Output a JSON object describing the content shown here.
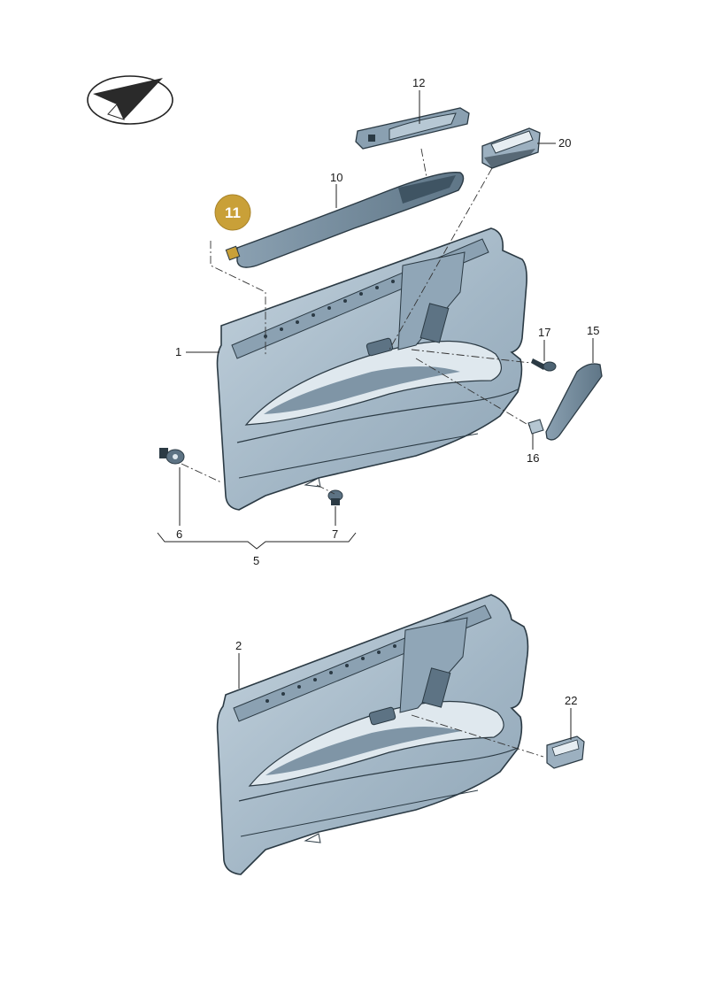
{
  "diagram": {
    "parts": {
      "p1": "1",
      "p2": "2",
      "p5": "5",
      "p6": "6",
      "p7": "7",
      "p10": "10",
      "p11": "11",
      "p12": "12",
      "p15": "15",
      "p16": "16",
      "p17": "17",
      "p20": "20",
      "p22": "22"
    },
    "highlighted_part": "11",
    "colors": {
      "highlight_badge": "#c9a038",
      "panel_fill": "#a9bccb",
      "panel_dark": "#7f95a6",
      "outline": "#2b3a44"
    },
    "icons": {
      "orientation": "direction-arrow-ellipse-icon"
    }
  }
}
